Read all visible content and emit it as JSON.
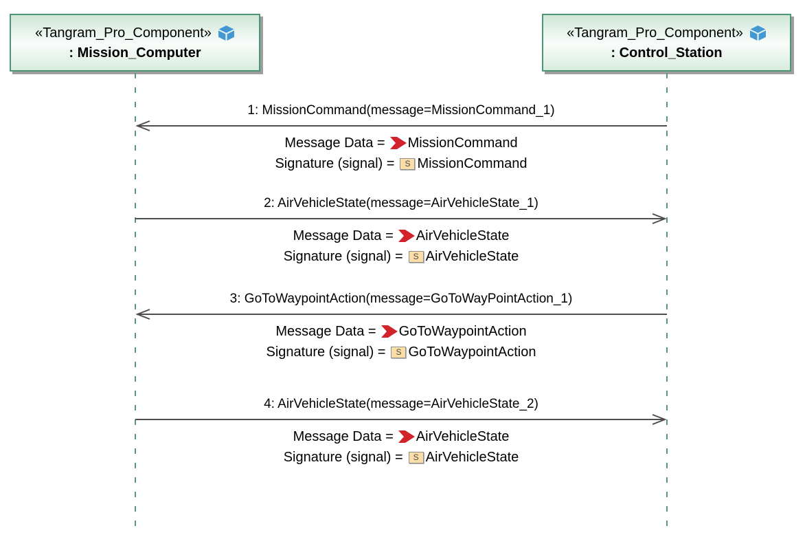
{
  "lifelines": [
    {
      "stereotype": "«Tangram_Pro_Component»",
      "name": ": Mission_Computer",
      "icon": "component-cube-icon"
    },
    {
      "stereotype": "«Tangram_Pro_Component»",
      "name": ": Control_Station",
      "icon": "component-cube-icon"
    }
  ],
  "messages": [
    {
      "label": "1: MissionCommand(message=MissionCommand_1)",
      "direction": "left",
      "message_data": {
        "label": "Message Data =",
        "icon": "message-data-arrow-icon",
        "value": "MissionCommand"
      },
      "signature": {
        "label": "Signature (signal) =",
        "icon": "signal-icon",
        "value": "MissionCommand"
      }
    },
    {
      "label": "2: AirVehicleState(message=AirVehicleState_1)",
      "direction": "right",
      "message_data": {
        "label": "Message Data =",
        "icon": "message-data-arrow-icon",
        "value": "AirVehicleState"
      },
      "signature": {
        "label": "Signature (signal) =",
        "icon": "signal-icon",
        "value": "AirVehicleState"
      }
    },
    {
      "label": "3: GoToWaypointAction(message=GoToWayPointAction_1)",
      "direction": "left",
      "message_data": {
        "label": "Message Data =",
        "icon": "message-data-arrow-icon",
        "value": "GoToWaypointAction"
      },
      "signature": {
        "label": "Signature (signal) =",
        "icon": "signal-icon",
        "value": "GoToWaypointAction"
      }
    },
    {
      "label": "4: AirVehicleState(message=AirVehicleState_2)",
      "direction": "right",
      "message_data": {
        "label": "Message Data =",
        "icon": "message-data-arrow-icon",
        "value": "AirVehicleState"
      },
      "signature": {
        "label": "Signature (signal) =",
        "icon": "signal-icon",
        "value": "AirVehicleState"
      }
    }
  ],
  "signal_icon_letter": "S",
  "colors": {
    "box_border": "#4c9677",
    "box_shadow": "#9e9e9e",
    "lifeline_green": "#5d9579",
    "arrow_gray": "#4d4d4d",
    "cube_blue": "#4397d3",
    "data_arrow_red": "#d2232a",
    "signal_fill": "#fbdda8",
    "signal_border": "#8f8f8f",
    "text_black": "#000000"
  }
}
